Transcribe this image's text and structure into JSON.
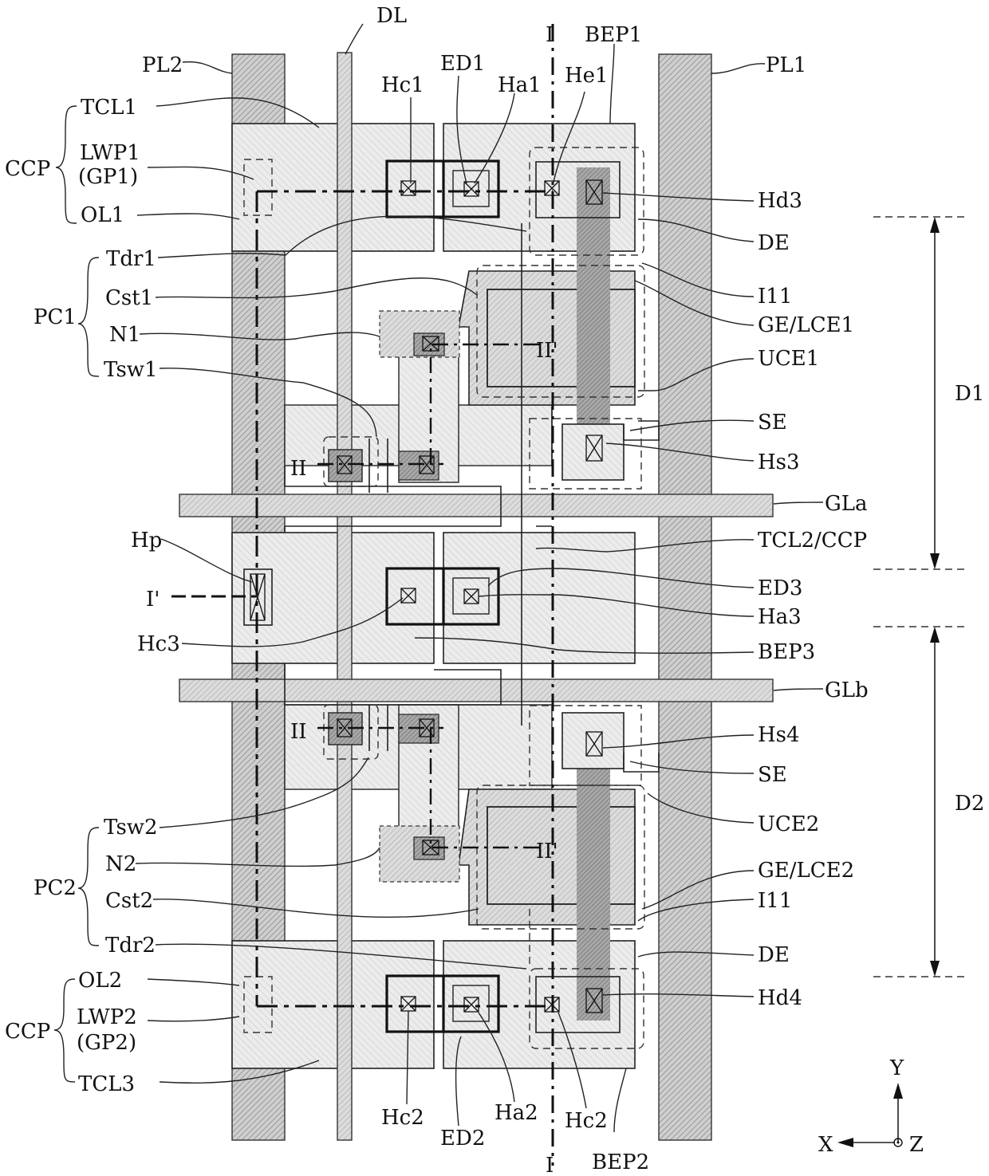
{
  "labels": {
    "DL": "DL",
    "I": "I",
    "BEP1": "BEP1",
    "PL2": "PL2",
    "PL1": "PL1",
    "Hc1": "Hc1",
    "ED1": "ED1",
    "Ha1": "Ha1",
    "He1": "He1",
    "TCL1": "TCL1",
    "LWP1": "LWP1",
    "GP1": "(GP1)",
    "CCP_top": "CCP",
    "OL1": "OL1",
    "Hd3": "Hd3",
    "DE_top": "DE",
    "Tdr1": "Tdr1",
    "Cst1": "Cst1",
    "N1": "N1",
    "Tsw1": "Tsw1",
    "PC1": "PC1",
    "I11_top": "I11",
    "GE_LCE1": "GE/LCE1",
    "II_prime_top": "II'",
    "UCE1": "UCE1",
    "SE_top": "SE",
    "Hs3": "Hs3",
    "II_top": "II",
    "GLa": "GLa",
    "D1": "D1",
    "Hp": "Hp",
    "TCL2_CCP": "TCL2/CCP",
    "I_prime": "I'",
    "ED3": "ED3",
    "Ha3": "Ha3",
    "Hc3": "Hc3",
    "BEP3": "BEP3",
    "GLb": "GLb",
    "II_bottom": "II",
    "Hs4": "Hs4",
    "SE_bottom": "SE",
    "D2": "D2",
    "Tsw2": "Tsw2",
    "UCE2": "UCE2",
    "N2": "N2",
    "II_prime_bottom": "II'",
    "GE_LCE2": "GE/LCE2",
    "PC2": "PC2",
    "Cst2": "Cst2",
    "I11_bottom": "I11",
    "Tdr2": "Tdr2",
    "DE_bottom": "DE",
    "OL2": "OL2",
    "Hd4": "Hd4",
    "CCP_bottom": "CCP",
    "LWP2": "LWP2",
    "GP2": "(GP2)",
    "TCL3": "TCL3",
    "Hc2_left": "Hc2",
    "Ha2": "Ha2",
    "Hc2_right": "Hc2",
    "ED2": "ED2",
    "I_bottom": "I",
    "BEP2": "BEP2",
    "axis_Y": "Y",
    "axis_X": "X",
    "axis_Z": "Z"
  },
  "colors": {
    "hatch_dark": "#9a9a9a",
    "hatch_light": "#d6d6d6",
    "hatch_mid": "#b8b8b8",
    "line": "#222222"
  }
}
